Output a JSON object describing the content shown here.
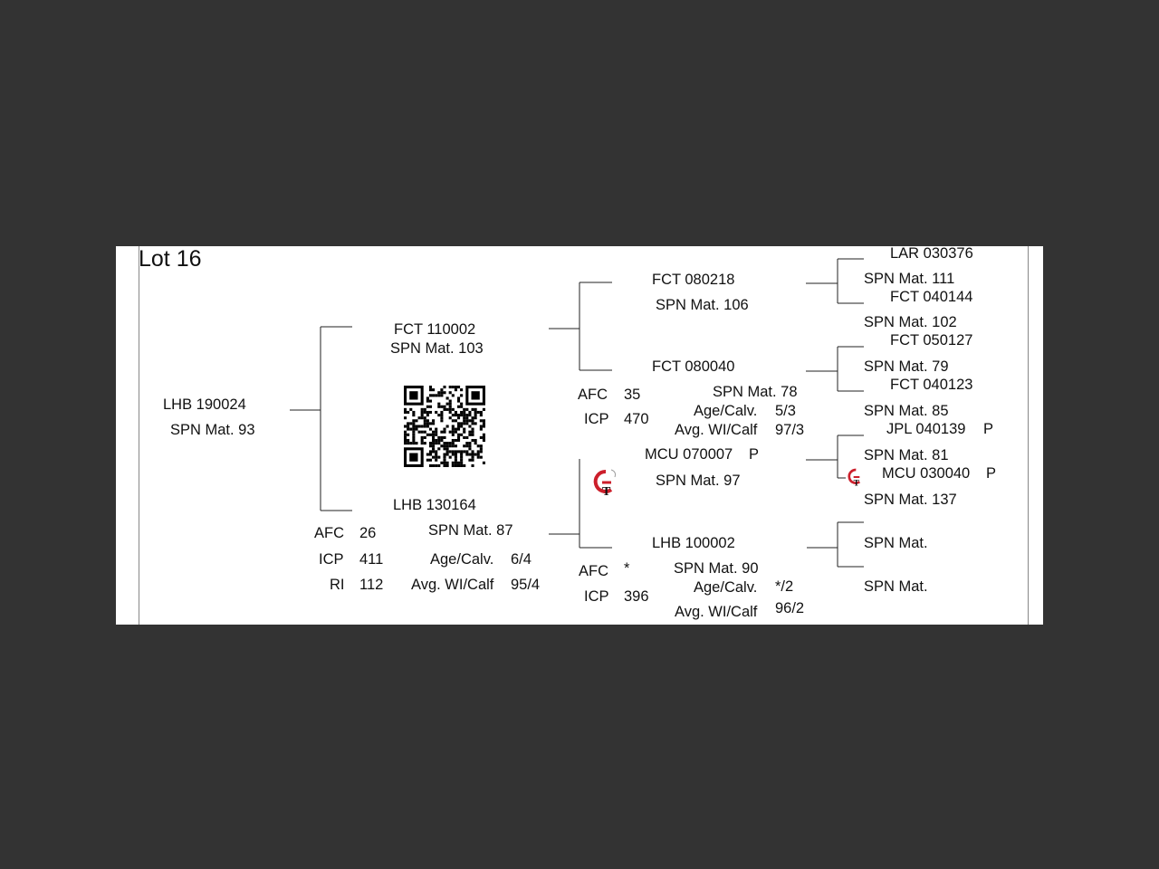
{
  "lot_title": "Lot 16",
  "subject": {
    "id": "LHB 190024",
    "spn": "SPN Mat. 93"
  },
  "sire": {
    "id": "FCT 110002",
    "spn": "SPN Mat. 103"
  },
  "dam": {
    "id": "LHB 130164",
    "spn": "SPN Mat. 87",
    "afc_label": "AFC",
    "afc": "26",
    "icp_label": "ICP",
    "icp": "411",
    "ri_label": "RI",
    "ri": "112",
    "age_calv_label": "Age/Calv.",
    "age_calv": "6/4",
    "avg_wi_label": "Avg. WI/Calf",
    "avg_wi": "95/4"
  },
  "sire_sire": {
    "id": "FCT 080218",
    "spn": "SPN Mat. 106"
  },
  "sire_dam": {
    "id": "FCT 080040",
    "spn": "SPN Mat. 78",
    "afc_label": "AFC",
    "afc": "35",
    "icp_label": "ICP",
    "icp": "470",
    "age_calv_label": "Age/Calv.",
    "age_calv": "5/3",
    "avg_wi_label": "Avg. WI/Calf",
    "avg_wi": "97/3"
  },
  "dam_sire": {
    "id": "MCU 070007",
    "flag": "P",
    "spn": "SPN Mat. 97"
  },
  "dam_dam": {
    "id": "LHB 100002",
    "spn": "SPN Mat. 90",
    "afc_label": "AFC",
    "afc": "*",
    "icp_label": "ICP",
    "icp": "396",
    "age_calv_label": "Age/Calv.",
    "age_calv": "*/2",
    "avg_wi_label": "Avg. WI/Calf",
    "avg_wi": "96/2"
  },
  "gen4": [
    {
      "id": "LAR 030376",
      "spn": "SPN Mat. 111"
    },
    {
      "id": "FCT 040144",
      "spn": "SPN Mat. 102"
    },
    {
      "id": "FCT 050127",
      "spn": "SPN Mat. 79"
    },
    {
      "id": "FCT 040123",
      "spn": "SPN Mat. 85"
    },
    {
      "id": "JPL 040139",
      "flag": "P",
      "spn": "SPN Mat. 81"
    },
    {
      "id": "MCU 030040",
      "flag": "P",
      "spn": "SPN Mat. 137"
    },
    {
      "spn": "SPN Mat."
    },
    {
      "spn": "SPN Mat."
    }
  ],
  "logo_letters": "GT",
  "colors": {
    "background": "#333333",
    "sheet": "#ffffff",
    "logo_red": "#cc1f2b"
  }
}
